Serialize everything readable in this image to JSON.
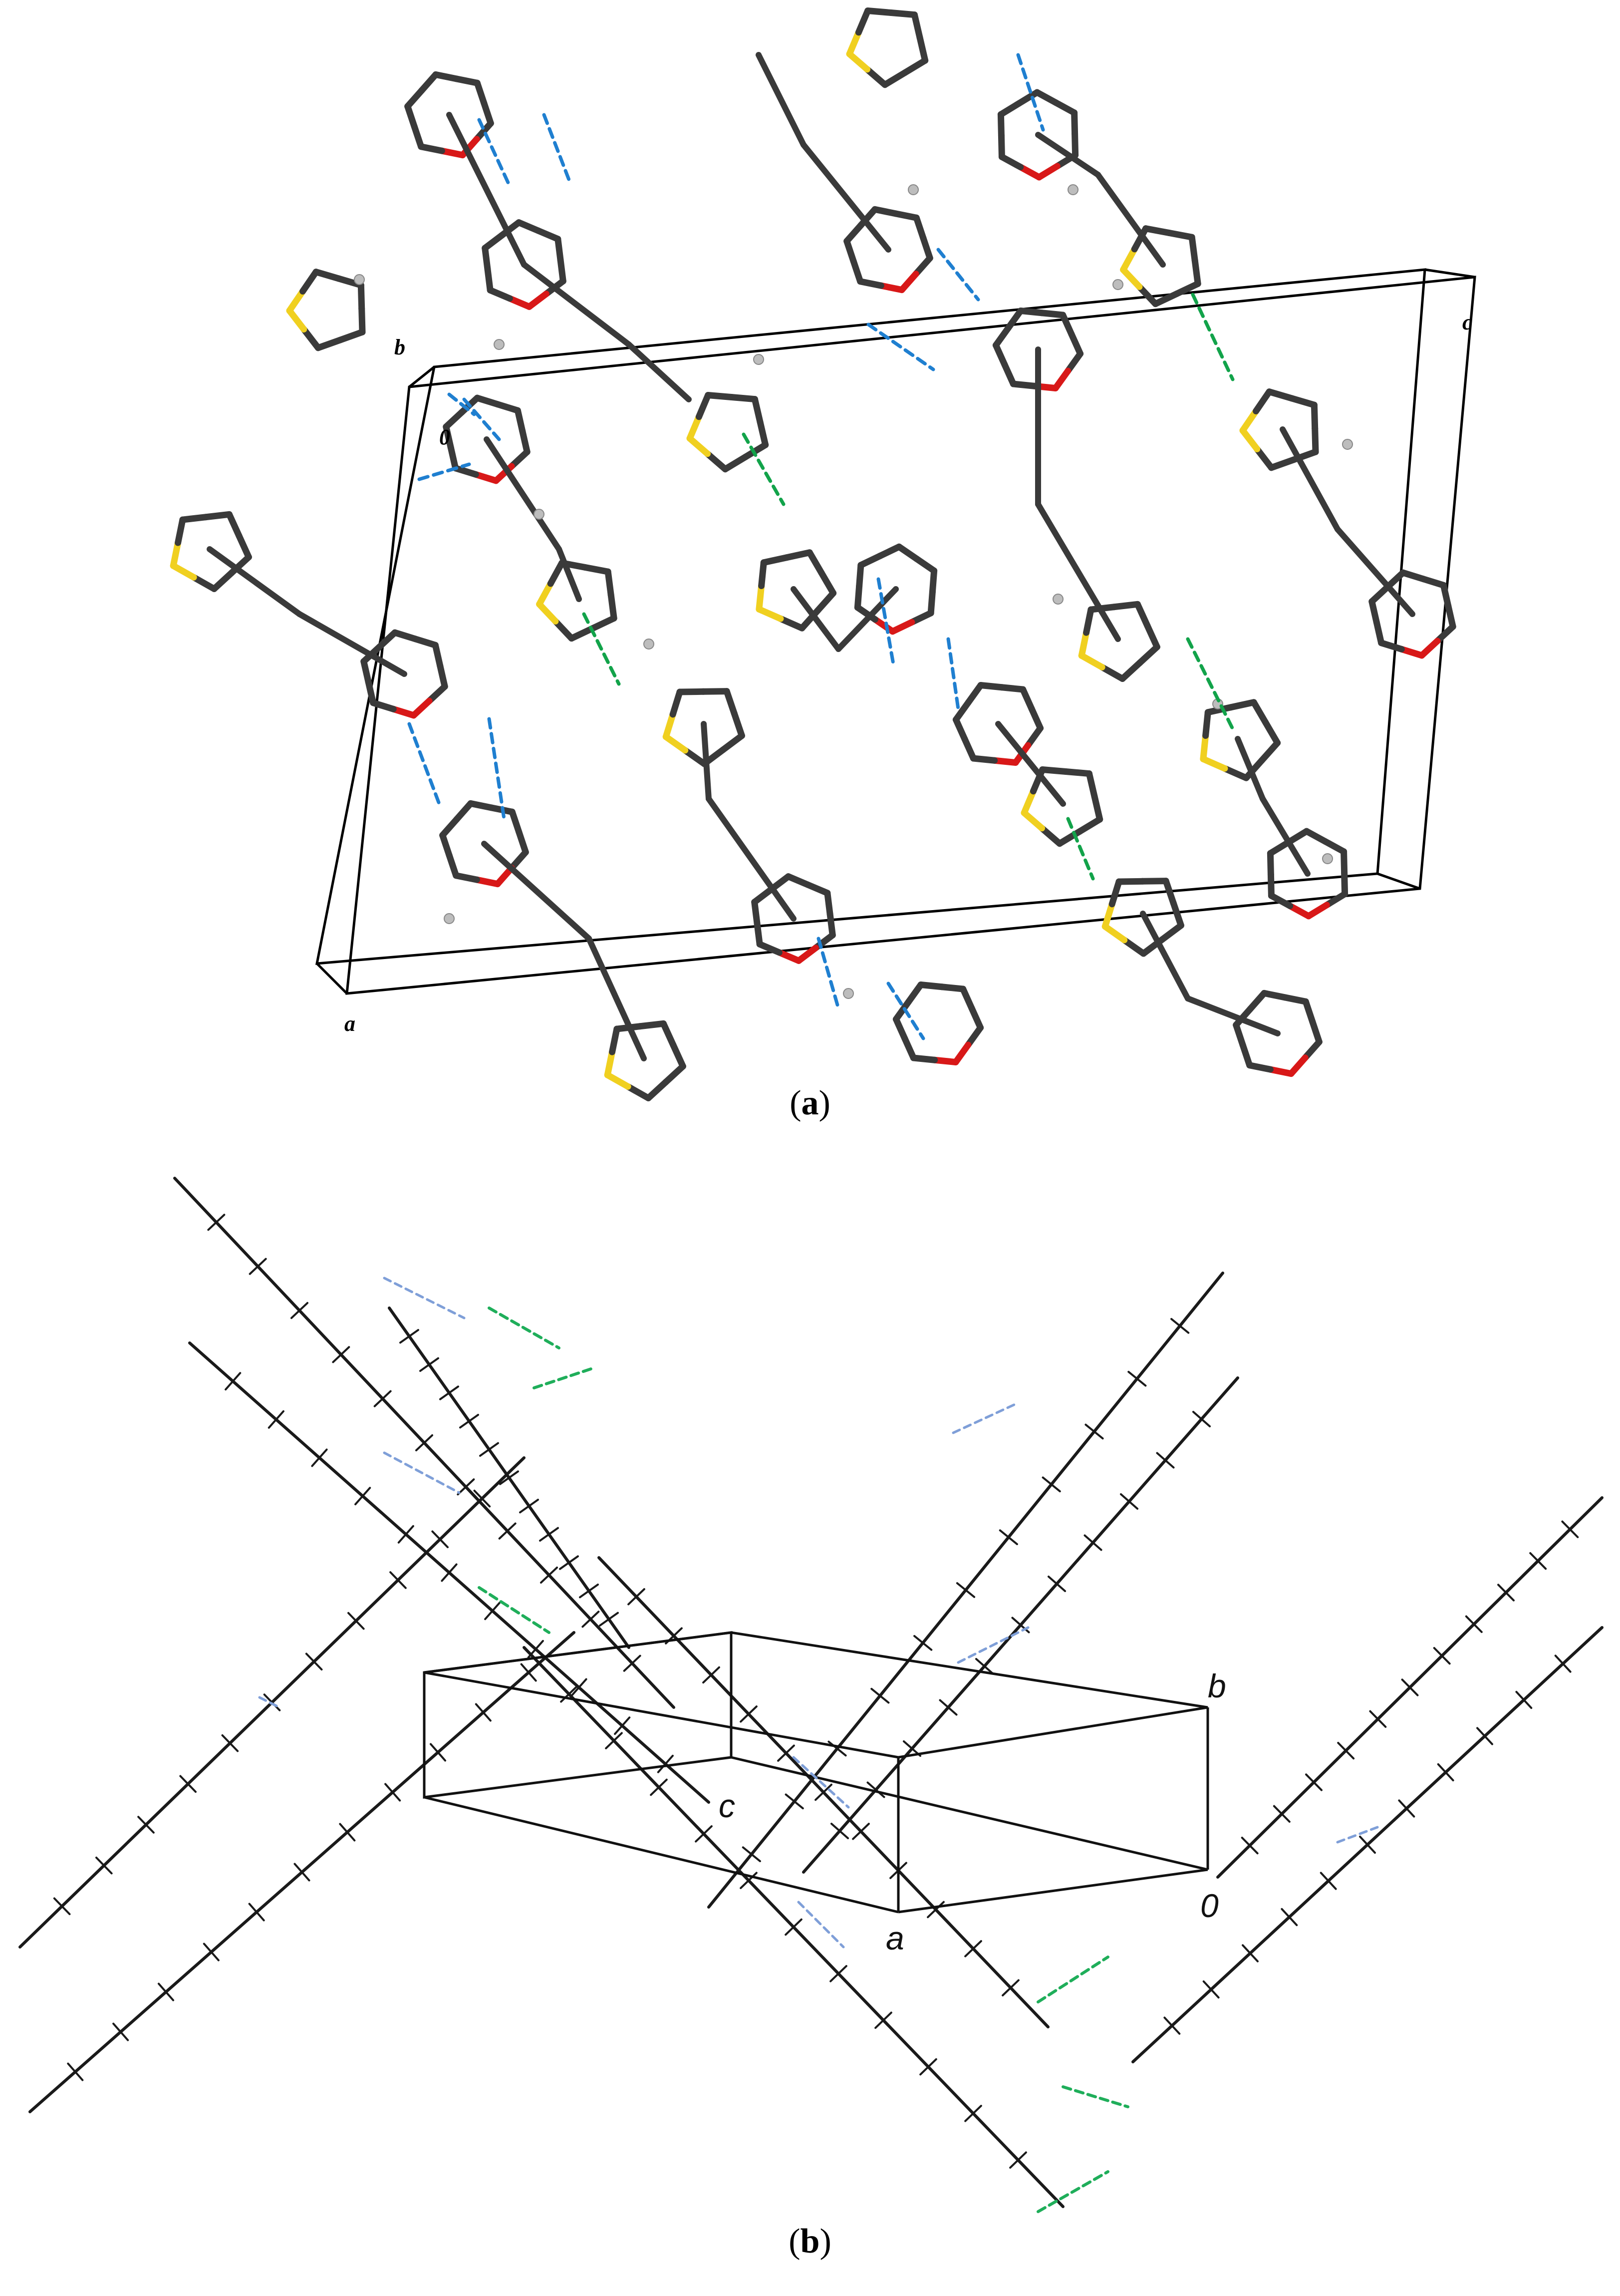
{
  "panel_a": {
    "caption_open": "(",
    "caption_letter": "a",
    "caption_close": ")",
    "axes": {
      "a": "a",
      "b": "b",
      "c": "c",
      "origin": "0"
    },
    "colors": {
      "bond": "#3a3a3a",
      "oxygen": "#d81818",
      "sulfur": "#f0d020",
      "hydrogen": "#bdbdbd",
      "hbond_blue": "#1f7fd0",
      "contact_green": "#12a34a",
      "cell": "#000000"
    }
  },
  "panel_b": {
    "caption_open": "(",
    "caption_letter": "b",
    "caption_close": ")",
    "axes": {
      "a": "a",
      "b": "b",
      "c": "c",
      "origin": "0"
    },
    "colors": {
      "bond": "#1a1a1a",
      "hbond_blue": "#7f9fd8",
      "contact_green": "#1fae5a",
      "cell": "#000000"
    }
  }
}
